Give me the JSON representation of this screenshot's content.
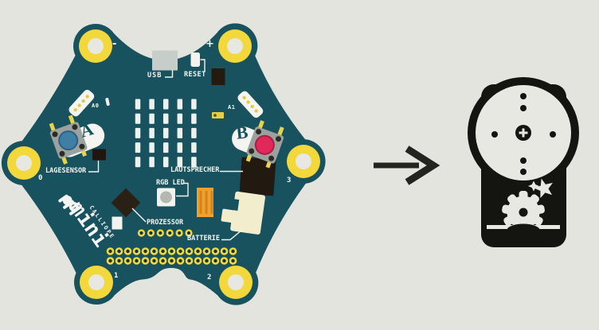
{
  "scene": {
    "background": "#e3e4de"
  },
  "board": {
    "name": "Calliope mini",
    "color": "#18525f",
    "accent_yellow": "#f2d83a",
    "logo": {
      "brand": "CALLIOPE",
      "product": "mini"
    },
    "corner_labels": {
      "minus": "-",
      "plus": "+",
      "p0": "0",
      "p1": "1",
      "p2": "2",
      "p3": "3"
    },
    "labels": {
      "usb": "USB",
      "reset": "RESET",
      "a0": "A0",
      "a1": "A1",
      "lagesensor": "LAGESENSOR",
      "lautsprecher": "LAUTSPRECHER",
      "rgb_led": "RGB LED",
      "prozessor": "PROZESSOR",
      "batterie": "BATTERIE"
    },
    "buttons": {
      "a_label": "A",
      "b_label": "B",
      "a_cap_color": "#3f7fa6",
      "b_cap_color": "#e0285a"
    },
    "led_matrix": {
      "rows": 5,
      "cols": 5
    },
    "pins": {
      "aux_row_count": 6,
      "bottom_row_count": 15,
      "bottom_rows": 2
    }
  },
  "arrow": {
    "color": "#23231f"
  },
  "icon": {
    "label": "servo-motor",
    "color": "#141410"
  }
}
